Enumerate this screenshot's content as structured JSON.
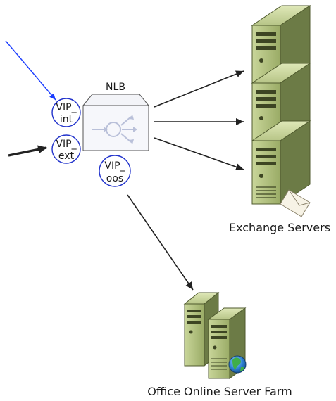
{
  "nlb": {
    "label": "NLB"
  },
  "vips": [
    {
      "line1": "VIP_",
      "line2": "int"
    },
    {
      "line1": "VIP_",
      "line2": "ext"
    },
    {
      "line1": "VIP_",
      "line2": "oos"
    }
  ],
  "exchange": {
    "label": "Exchange Servers"
  },
  "office_online": {
    "label": "Office Online Server Farm"
  },
  "colors": {
    "internal_arrow": "#1a3cff",
    "external_arrow": "#222222",
    "vip_ring": "#2233cc",
    "server_body": "#a7b67a",
    "server_side": "#6c7b46",
    "globe": "#2f8f3f"
  }
}
